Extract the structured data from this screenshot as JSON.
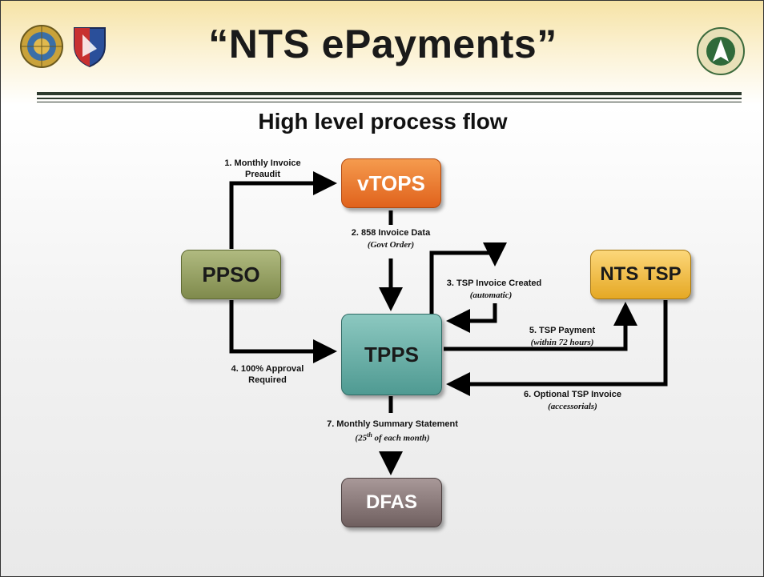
{
  "header": {
    "title": "“NTS ePayments”",
    "subtitle": "High level process flow"
  },
  "nodes": {
    "vtops": "vTOPS",
    "ppso": "PPSO",
    "tpps": "TPPS",
    "nts_tsp": "NTS TSP",
    "dfas": "DFAS"
  },
  "steps": {
    "s1_line1": "1. Monthly Invoice",
    "s1_line2": "Preaudit",
    "s2_line1": "2. 858 Invoice Data",
    "s2_sub": "(Govt Order)",
    "s3_line1": "3. TSP Invoice Created",
    "s3_sub": "(automatic)",
    "s4_line1": "4. 100% Approval",
    "s4_line2": "Required",
    "s5_line1": "5. TSP Payment",
    "s5_sub": "(within 72 hours)",
    "s6_line1": "6. Optional TSP Invoice",
    "s6_sub": "(accessorials)",
    "s7_line1": "7. Monthly Summary Statement",
    "s7_sub_num": "25",
    "s7_sub_sup": "th",
    "s7_sub_rest": " of each month)"
  },
  "colors": {
    "vtops": "#e8702a",
    "ppso": "#8f9a5c",
    "tpps": "#5fa8a0",
    "nts_tsp": "#f0b93a",
    "dfas": "#8a7a7a",
    "arrow": "#000000"
  },
  "logos": {
    "left_1": "army-seal-icon",
    "left_2": "sddc-shield-icon",
    "right": "sddc-emblem-icon"
  }
}
